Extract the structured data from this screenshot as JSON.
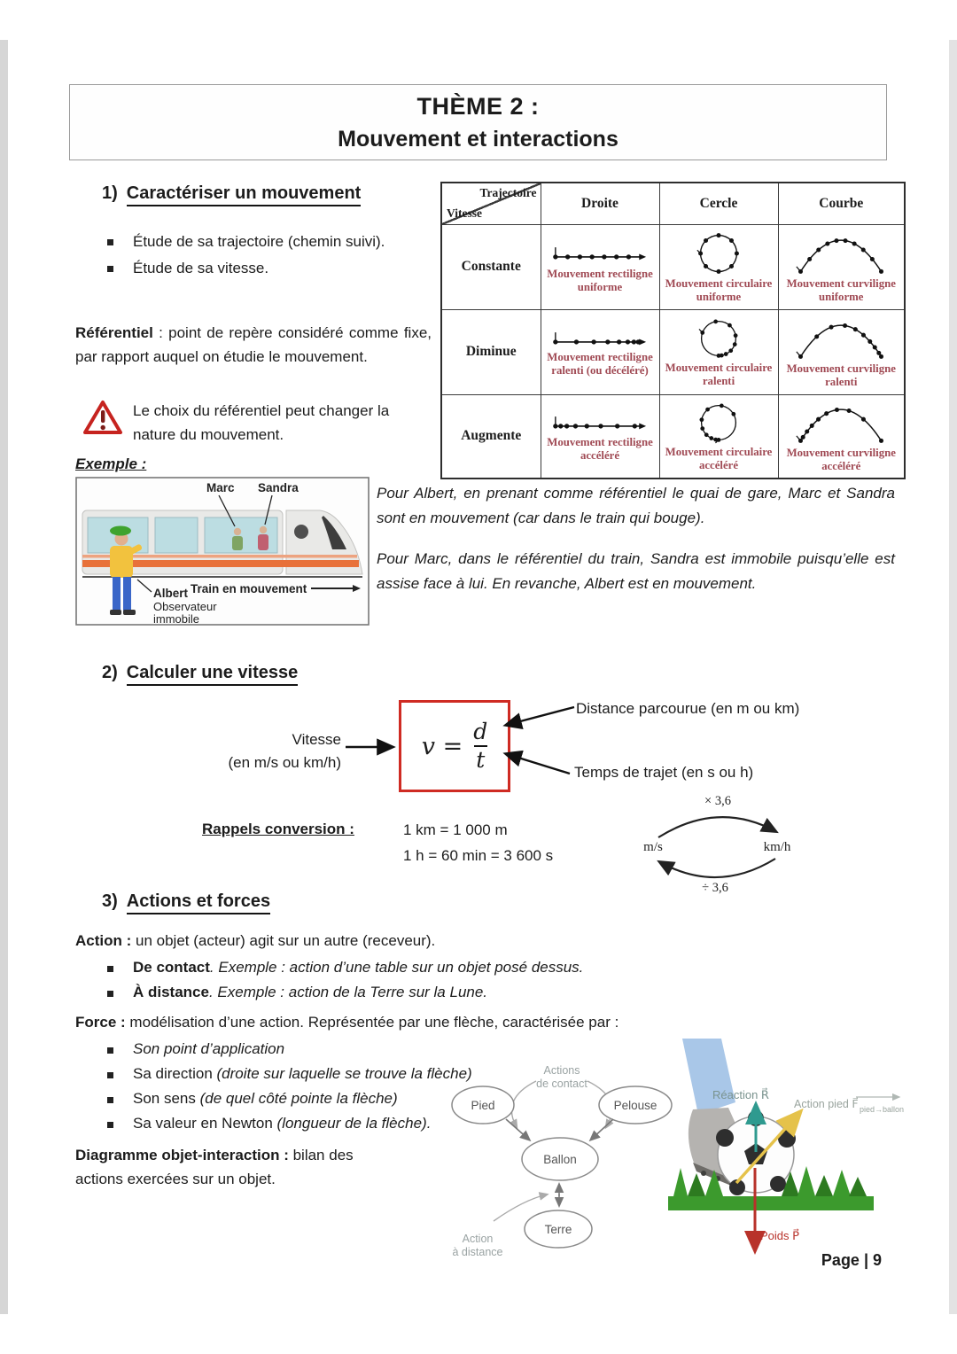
{
  "page": {
    "title1": "THÈME 2 :",
    "title2": "Mouvement et interactions",
    "page_number": "Page | 9"
  },
  "s1": {
    "heading_num": "1)",
    "heading": "Caractériser un mouvement",
    "bullets": [
      "Étude de sa trajectoire (chemin suivi).",
      "Étude de sa vitesse."
    ],
    "ref_bold": "Référentiel",
    "ref_rest": " : point de repère considéré comme fixe, par rapport auquel on étudie le mouvement.",
    "warning": "Le choix du référentiel peut changer la nature du mouvement.",
    "exemple": "Exemple :",
    "para1": "Pour Albert, en prenant comme référentiel le quai de gare, Marc et Sandra sont en mouvement (car dans le train qui bouge).",
    "para2": "Pour Marc, dans le référentiel du train, Sandra est immobile puisqu’elle est assise face à lui. En revanche, Albert est en mouvement."
  },
  "train": {
    "marc": "Marc",
    "sandra": "Sandra",
    "motion": "Train en mouvement",
    "albert": "Albert",
    "obs1": "Observateur",
    "obs2": "immobile"
  },
  "table": {
    "corner_top": "Trajectoire",
    "corner_bottom": "Vitesse",
    "cols": [
      "Droite",
      "Cercle",
      "Courbe"
    ],
    "rows": [
      "Constante",
      "Diminue",
      "Augmente"
    ],
    "cells": [
      [
        "Mouvement rectiligne uniforme",
        "Mouvement circulaire uniforme",
        "Mouvement curviligne uniforme"
      ],
      [
        "Mouvement rectiligne ralenti (ou décéléré)",
        "Mouvement circulaire ralenti",
        "Mouvement curviligne ralenti"
      ],
      [
        "Mouvement rectiligne accéléré",
        "Mouvement circulaire accéléré",
        "Mouvement curviligne accéléré"
      ]
    ]
  },
  "s2": {
    "heading_num": "2)",
    "heading": "Calculer une vitesse",
    "vitesse": "Vitesse",
    "vitesse_unit": "(en m/s ou km/h)",
    "v": "v =",
    "d": "d",
    "t": "t",
    "distance": "Distance parcourue (en m ou km)",
    "temps": "Temps de trajet (en s ou h)",
    "rappels": "Rappels conversion :",
    "conv1": "1 km = 1 000 m",
    "conv2": "1 h = 60 min = 3 600 s",
    "times": "× 3,6",
    "div": "÷ 3,6",
    "ms": "m/s",
    "kmh": "km/h"
  },
  "s3": {
    "heading_num": "3)",
    "heading": "Actions et forces",
    "action_bold": "Action :",
    "action_rest": " un objet (acteur) agit sur un autre (receveur).",
    "c1_bold": "De contact",
    "c1_rest": ". Exemple : action d’une table sur un objet posé dessus.",
    "c2_bold": "À distance",
    "c2_rest": ". Exemple : action de la Terre sur la Lune.",
    "force_bold": "Force :",
    "force_rest": " modélisation d’une action. Représentée par une flèche, caractérisée par :",
    "force_bullets": [
      {
        "plain": "",
        "italic": "Son point d’application"
      },
      {
        "plain": "Sa direction ",
        "italic": "(droite sur laquelle se trouve la flèche)"
      },
      {
        "plain": "Son sens ",
        "italic": "(de quel côté pointe la flèche)"
      },
      {
        "plain": "Sa valeur en Newton ",
        "italic": "(longueur de la flèche)."
      }
    ],
    "diag_bold": "Diagramme objet-interaction :",
    "diag_rest": " bilan des actions exercées sur un objet."
  },
  "diagram": {
    "pied": "Pied",
    "pelouse": "Pelouse",
    "ballon": "Ballon",
    "terre": "Terre",
    "ac1": "Actions",
    "ac2": "de contact",
    "ad1": "Action",
    "ad2": "à distance"
  },
  "kick": {
    "reaction": "Réaction R⃗",
    "action": "Action pied F⃗",
    "action_sub": "pied→ballon",
    "poids": "Poids P⃗"
  }
}
